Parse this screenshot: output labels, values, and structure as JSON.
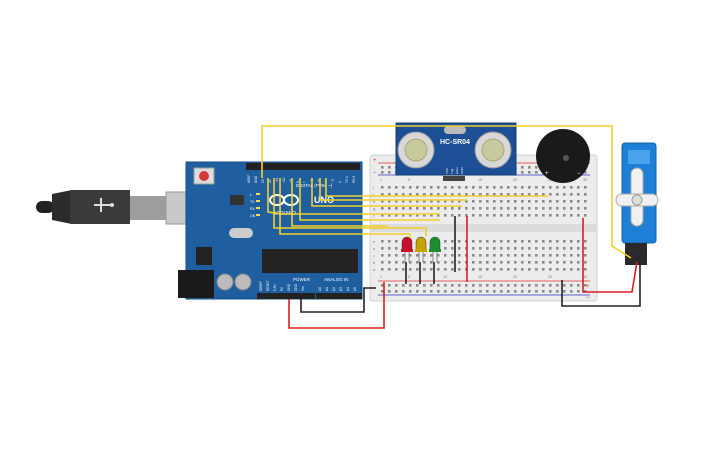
{
  "arduino": {
    "brand": "ARDUINO",
    "model": "UNO",
    "digital_header": "DIGITAL (PWM ~)",
    "power_header": "POWER",
    "analog_header": "ANALOG IN",
    "pin_labels_top": [
      "AREF",
      "GND",
      "13",
      "12",
      "~11",
      "~10",
      "~9",
      "8",
      "7",
      "~6",
      "~5",
      "4",
      "~3",
      "2",
      "TX 1",
      "RX 0"
    ],
    "pin_labels_power": [
      "IOREF",
      "RESET",
      "3.3V",
      "5V",
      "GND",
      "GND",
      "Vin"
    ],
    "pin_labels_analog": [
      "A0",
      "A1",
      "A2",
      "A3",
      "A4",
      "A5"
    ],
    "led_labels": [
      "L",
      "TX",
      "RX",
      "ON"
    ]
  },
  "sensor": {
    "model": "HC-SR04",
    "pins": [
      "VCC",
      "Trig",
      "Echo",
      "GND"
    ]
  },
  "buzzer": {
    "plus": "+",
    "minus": "−"
  },
  "breadboard": {
    "rail_plus": "+",
    "rail_minus": "−",
    "row_letters_top": [
      "j",
      "i",
      "h",
      "g",
      "f"
    ],
    "row_letters_bottom": [
      "e",
      "d",
      "c",
      "b",
      "a"
    ],
    "column_numbers": [
      "1",
      "5",
      "10",
      "15",
      "20",
      "25",
      "30"
    ]
  },
  "leds": [
    {
      "name": "red",
      "color": "#c8102e"
    },
    {
      "name": "yellow",
      "color": "#c9a400"
    },
    {
      "name": "green",
      "color": "#1e8f2e"
    }
  ],
  "colors": {
    "board": "#1f5f9f",
    "wire_yellow": "#f2d02b",
    "wire_red": "#d81e1e",
    "wire_black": "#222222",
    "sensor_board": "#1c4f95",
    "servo": "#1e7fd6"
  }
}
